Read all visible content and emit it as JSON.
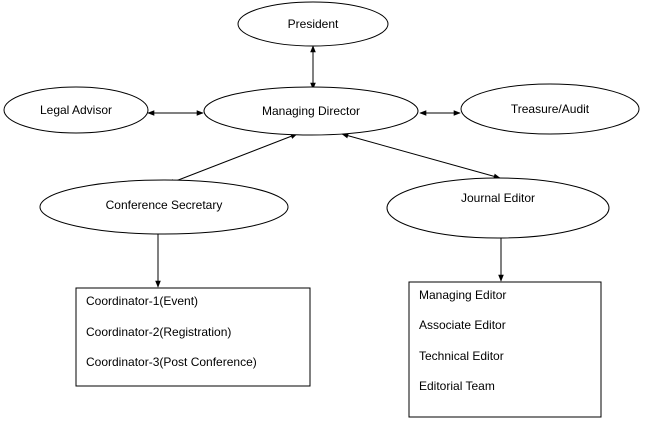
{
  "nodes": {
    "president": "President",
    "legal_advisor": "Legal Advisor",
    "managing_director": "Managing Director",
    "treasure_audit": "Treasure/Audit",
    "conference_secretary": "Conference Secretary",
    "journal_editor": "Journal Editor"
  },
  "conference_box": {
    "items": [
      "Coordinator-1(Event)",
      "Coordinator-2(Registration)",
      "Coordinator-3(Post Conference)"
    ]
  },
  "journal_box": {
    "items": [
      "Managing Editor",
      "Associate Editor",
      "Technical Editor",
      "Editorial Team"
    ]
  }
}
